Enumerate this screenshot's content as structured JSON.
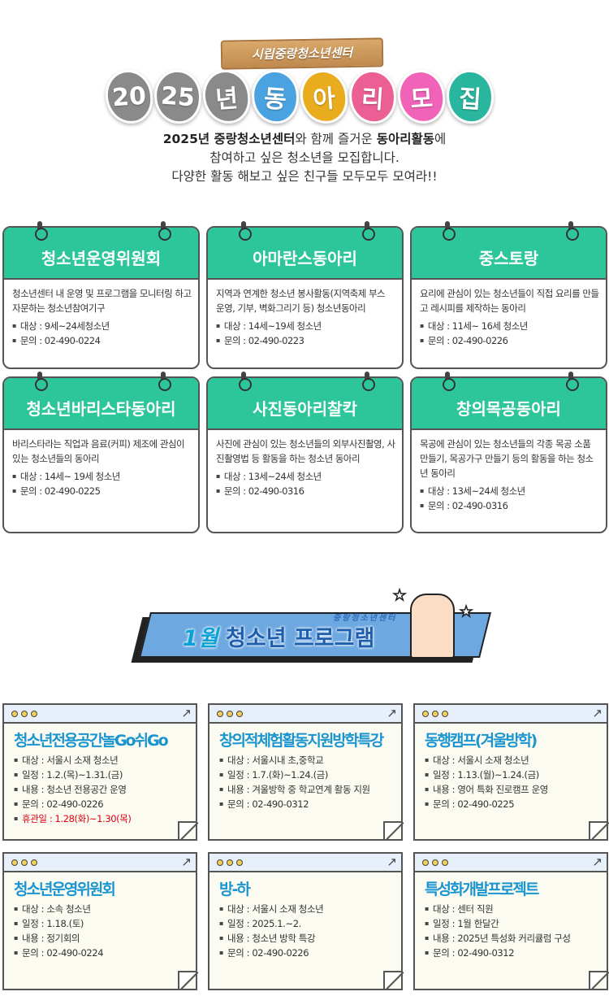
{
  "hero": {
    "sign": "시립중랑청소년센터",
    "title_chars": [
      "20",
      "25",
      "년",
      "동",
      "아",
      "리",
      "모",
      "집"
    ],
    "title_colors": [
      "#8a8a8a",
      "#8a8a8a",
      "#8a8a8a",
      "#4aa3e0",
      "#e9ac1e",
      "#ec5f95",
      "#f063b8",
      "#29b69e"
    ],
    "intro": {
      "l1_a": "2025년 중랑청소년센터",
      "l1_b": "와 함께 즐거운 ",
      "l1_c": "동아리활동",
      "l1_d": "에",
      "l2": "참여하고 싶은 청소년을 모집합니다.",
      "l3": "다양한 활동 해보고 싶은 친구들 모두모두 모여라!!"
    }
  },
  "clubs": [
    {
      "name": "청소년운영위원회",
      "desc": "청소년센터 내 운영 및 프로그램을 모니터링 하고 자문하는 청소년참여기구",
      "items": [
        "대상 : 9세~24세청소년",
        "문의 : 02-490-0224"
      ]
    },
    {
      "name": "아마란스동아리",
      "desc": "지역과 연계한 청소년 봉사활동(지역축제 부스 운영, 기부, 벽화그리기 등) 청소년동아리",
      "items": [
        "대상 : 14세~19세 청소년",
        "문의 : 02-490-0223"
      ]
    },
    {
      "name": "중스토랑",
      "desc": "요리에 관심이 있는 청소년들이 직접 요리를 만들고 레시피를 제작하는 동아리",
      "items": [
        "대상 : 11세~ 16세 청소년",
        "문의 : 02-490-0226"
      ]
    },
    {
      "name": "청소년바리스타동아리",
      "desc": "바리스타라는 직업과 음료(커피) 제조에 관심이 있는 청소년들의 동아리",
      "items": [
        "대상 : 14세~ 19세 청소년",
        "문의 : 02-490-0225"
      ]
    },
    {
      "name": "사진동아리찰칵",
      "desc": "사진에 관심이 있는 청소년들의 외부사진촬영, 사진촬영법 등 활동을 하는 청소년 동아리",
      "items": [
        "대상 : 13세~24세 청소년",
        "문의 : 02-490-0316"
      ]
    },
    {
      "name": "창의목공동아리",
      "desc": "목공에 관심이 있는 청소년들의 각종 목공 소품 만들기, 목공가구 만들기 등의 활동을 하는 청소년 동아리",
      "items": [
        "대상 : 13세~24세 청소년",
        "문의 : 02-490-0316"
      ]
    }
  ],
  "banner": {
    "month": "1월",
    "title": "청소년 프로그램",
    "sub": "중랑청소년센터"
  },
  "programs": [
    {
      "title": "청소년전용공간놀Go쉬Go",
      "items": [
        "대상 : 서울시 소재 청소년",
        "일정 : 1.2.(목)~1.31.(금)",
        "내용 : 청소년 전용공간 운영",
        "문의 : 02-490-0226"
      ],
      "notice": "휴관일 : 1.28(화)~1.30(목)"
    },
    {
      "title": "창의적체험활동지원방학특강",
      "items": [
        "대상 : 서울시내 초,중학교",
        "일정 : 1.7.(화)~1.24.(금)",
        "내용 : 겨울방학 중 학교연계 활동 지원",
        "문의 : 02-490-0312"
      ]
    },
    {
      "title": "동행캠프(겨울방학)",
      "items": [
        "대상 : 서울시 소재 청소년",
        "일정 : 1.13.(월)~1.24.(금)",
        "내용 : 영어 특화 진로캠프 운영",
        "문의 : 02-490-0225"
      ]
    },
    {
      "title": "청소년운영위원회",
      "items": [
        "대상 : 소속 청소년",
        "일정 : 1.18.(토)",
        "내용 : 정기회의",
        "문의 : 02-490-0224"
      ]
    },
    {
      "title": "방-하",
      "items": [
        "대상 : 서울시 소재 청소년",
        "일정 : 2025.1.~2.",
        "내용 : 청소년 방학 특강",
        "문의 : 02-490-0226"
      ]
    },
    {
      "title": "특성화개발프로젝트",
      "items": [
        "대상 : 센터 직원",
        "일정 : 1월 한달간",
        "내용 : 2025년 특성화 커리큘럼 구성",
        "문의 : 02-490-0312"
      ]
    }
  ]
}
